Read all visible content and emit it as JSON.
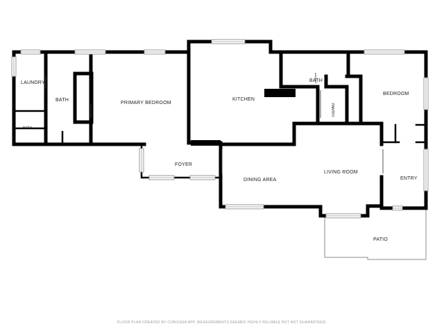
{
  "rooms": {
    "laundry": "LAUNDRY",
    "bath_left": "BATH",
    "bath_small": "BATH",
    "primary_bedroom": "PRIMARY BEDROOM",
    "kitchen": "KITCHEN",
    "bath_right": "BATH",
    "pantry": "PANTRY",
    "bedroom": "BEDROOM",
    "foyer": "FOYER",
    "dining_area": "DINING AREA",
    "living_room": "LIVING ROOM",
    "entry": "ENTRY",
    "patio": "PATIO"
  },
  "footer": "FLOOR PLAN CREATED BY CUBICASA APP. MEASUREMENTS DEEMED HIGHLY RELIABLE BUT NOT GUARANTEED."
}
